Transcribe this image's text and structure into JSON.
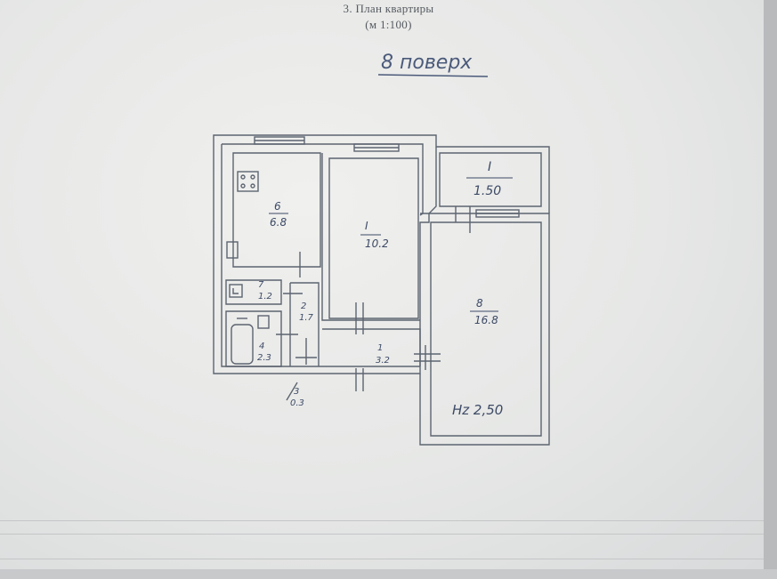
{
  "header": {
    "title": "3. План квартиры",
    "scale": "(м 1:100)",
    "floor_note": "8 поверх"
  },
  "rooms": [
    {
      "id": "kitchen",
      "number": "6",
      "area": "6.8"
    },
    {
      "id": "room-1",
      "number": "I",
      "area": "10.2"
    },
    {
      "id": "room-2",
      "number": "8",
      "area": "16.8"
    },
    {
      "id": "toilet",
      "number": "7",
      "area": "1.2"
    },
    {
      "id": "closet",
      "number": "2",
      "area": "1.7"
    },
    {
      "id": "bathroom",
      "number": "4",
      "area": "2.3"
    },
    {
      "id": "hall",
      "number": "1",
      "area": "3.2"
    },
    {
      "id": "entry",
      "number": "3",
      "area": "0.3"
    },
    {
      "id": "balcony",
      "number": "I",
      "area": "1.50"
    }
  ],
  "ceiling_height": "Hz 2,50"
}
